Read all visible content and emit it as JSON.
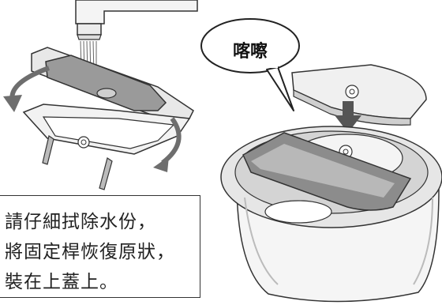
{
  "bubble": {
    "text": "喀嚓"
  },
  "instructions": {
    "line1": "請仔細拭除水份，",
    "line2": "將固定桿恢復原狀，",
    "line3": "裝在上蓋上。"
  },
  "colors": {
    "line": "#333333",
    "gray_fill": "#9a9a9a",
    "light_fill": "#e4e4e4",
    "arrow": "#6e6e6e"
  }
}
